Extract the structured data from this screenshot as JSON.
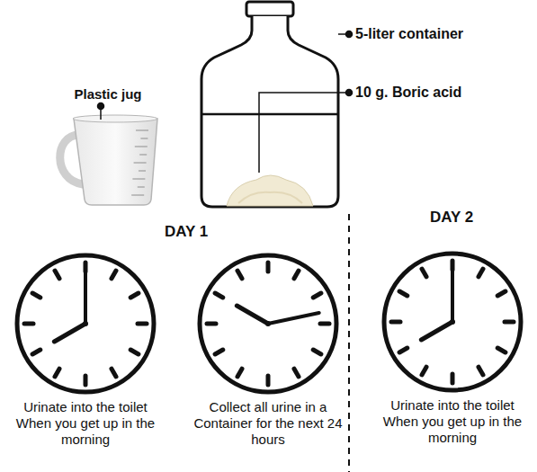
{
  "diagram": {
    "labels": [
      "Plastic jug",
      "5-liter container",
      "10 g. Boric acid",
      "DAY 1",
      "DAY 2",
      "Urinate into the toilet When you get up in the morning",
      "Collect all urine in a Container for the next 24 hours",
      "Urinate into the toilet When you get up in the morning"
    ]
  }
}
